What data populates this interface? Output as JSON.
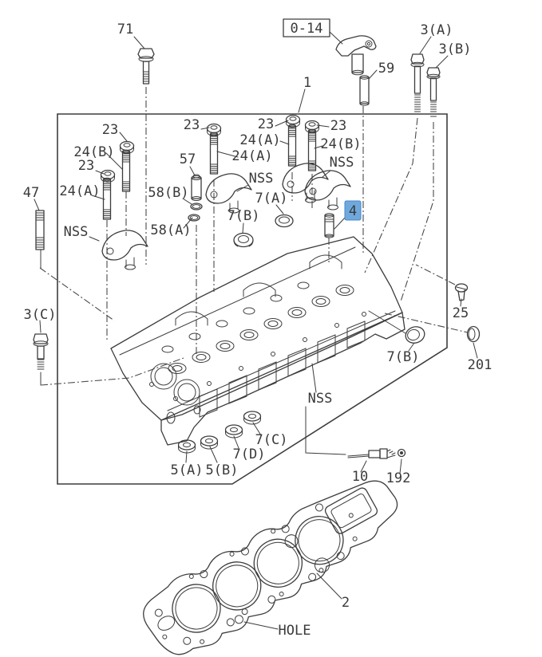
{
  "figure": {
    "type": "engine-parts-exploded-diagram",
    "selected_part": "4"
  },
  "colors": {
    "line": "#3d3d3d",
    "text": "#3a3a3a",
    "background": "#ffffff",
    "highlight_bg": "#6fa8dc",
    "highlight_border": "#4a86c8",
    "highlight_text": "#1a3a6e"
  },
  "labels": [
    {
      "name": "part-71",
      "text": "71"
    },
    {
      "name": "ref-0-14",
      "text": "0-14"
    },
    {
      "name": "part-59",
      "text": "59"
    },
    {
      "name": "part-3a",
      "text": "3(A)"
    },
    {
      "name": "part-3b",
      "text": "3(B)"
    },
    {
      "name": "part-1",
      "text": "1"
    },
    {
      "name": "part-23-1",
      "text": "23"
    },
    {
      "name": "part-24b-left",
      "text": "24(B)"
    },
    {
      "name": "part-23-2",
      "text": "23"
    },
    {
      "name": "part-24a-left",
      "text": "24(A)"
    },
    {
      "name": "part-23-3",
      "text": "23"
    },
    {
      "name": "part-24a-mid",
      "text": "24(A)"
    },
    {
      "name": "part-23-4",
      "text": "23"
    },
    {
      "name": "part-24a-top",
      "text": "24(A)"
    },
    {
      "name": "part-23-5",
      "text": "23"
    },
    {
      "name": "part-24b-right",
      "text": "24(B)"
    },
    {
      "name": "part-57",
      "text": "57"
    },
    {
      "name": "part-58b",
      "text": "58(B)"
    },
    {
      "name": "part-58a",
      "text": "58(A)"
    },
    {
      "name": "nss-left",
      "text": "NSS"
    },
    {
      "name": "nss-mid",
      "text": "NSS"
    },
    {
      "name": "nss-right",
      "text": "NSS"
    },
    {
      "name": "part-7a",
      "text": "7(A)"
    },
    {
      "name": "part-7b-mid",
      "text": "7(B)"
    },
    {
      "name": "part-4",
      "text": "4"
    },
    {
      "name": "part-47",
      "text": "47"
    },
    {
      "name": "part-3c",
      "text": "3(C)"
    },
    {
      "name": "part-25",
      "text": "25"
    },
    {
      "name": "part-7b-right",
      "text": "7(B)"
    },
    {
      "name": "part-201",
      "text": "201"
    },
    {
      "name": "nss-bottom",
      "text": "NSS"
    },
    {
      "name": "part-7c",
      "text": "7(C)"
    },
    {
      "name": "part-7d",
      "text": "7(D)"
    },
    {
      "name": "part-5a",
      "text": "5(A)"
    },
    {
      "name": "part-5b",
      "text": "5(B)"
    },
    {
      "name": "part-10",
      "text": "10"
    },
    {
      "name": "part-192",
      "text": "192"
    },
    {
      "name": "part-2",
      "text": "2"
    },
    {
      "name": "label-hole",
      "text": "HOLE"
    }
  ]
}
